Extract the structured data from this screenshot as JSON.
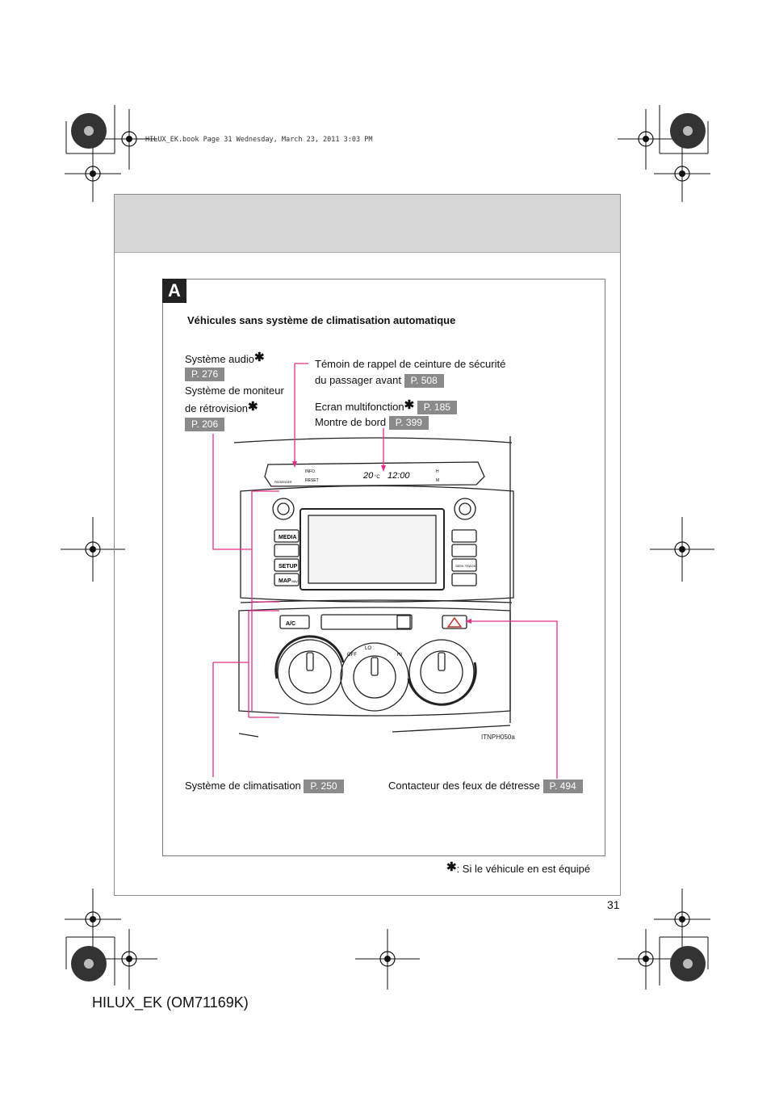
{
  "print": {
    "imprint": "HILUX_EK.book  Page 31  Wednesday, March 23, 2011  3:03 PM"
  },
  "section": {
    "tag": "A",
    "subtitle": "Véhicules sans système de climatisation automatique"
  },
  "callouts": {
    "audio": {
      "label": "Système audio",
      "ref": "P. 276"
    },
    "rear_monitor": {
      "label_line1": "Système de moniteur",
      "label_line2": "de rétrovision",
      "ref": "P. 206"
    },
    "seatbelt": {
      "label_line1": "Témoin de rappel de ceinture de sécurité",
      "label_line2": "du passager avant",
      "ref": "P. 508"
    },
    "multi_display": {
      "label": "Ecran multifonction",
      "ref": "P. 185"
    },
    "clock": {
      "label": "Montre de bord",
      "ref": "P. 399"
    },
    "climate": {
      "label": "Système de climatisation",
      "ref": "P. 250"
    },
    "hazard": {
      "label": "Contacteur des feux de détresse",
      "ref": "P. 494"
    }
  },
  "illustration": {
    "ref_code": "ITNPH050a",
    "display_temp": "20",
    "display_temp_unit": "°C",
    "display_clock": "12:00",
    "info_label": "INFO.",
    "reset_label": "RESET",
    "h_label": "H",
    "m_label": "M",
    "passenger_label": "PASSENGER",
    "buttons": [
      "MEDIA",
      "",
      "SETUP",
      "MAP"
    ],
    "nav_label": "NAV",
    "seek_label": "SEEK TRACK",
    "ac_label": "A/C",
    "fan_off": "OFF",
    "fan_lo": "LO",
    "fan_hi": "HI"
  },
  "footnote": ": Si le véhicule en est équipé",
  "page_number": "31",
  "footer_code": "HILUX_EK (OM71169K)",
  "colors": {
    "leader": "#e0308a",
    "pill": "#8a8a8a",
    "header_band": "#d7d7d7"
  }
}
